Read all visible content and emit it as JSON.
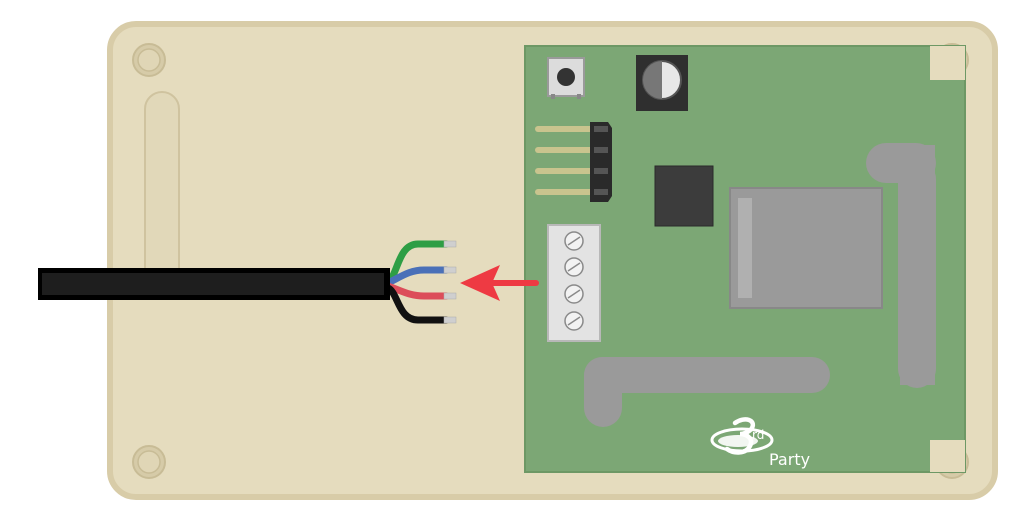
{
  "diagram": {
    "colors": {
      "enclosure": "#e5dcbe",
      "enclosure_edge": "#d8cca8",
      "pcb": "#7ca775",
      "pcb_edge": "#6d9865",
      "screw_boss": "#d6cba8",
      "wire_green": "#2e9e45",
      "wire_blue": "#4a70b8",
      "wire_red": "#dc4d5a",
      "wire_black": "#111111",
      "arrow": "#ee3a43",
      "pad_gray": "#9a9a9a",
      "chip": "#3c3c3c",
      "terminal_block": "#e3e3e3",
      "header_pins": "#c9c48e",
      "logo": "#ffffff"
    },
    "wire_order": [
      "green",
      "blue",
      "red",
      "black"
    ],
    "terminal_screw_count": 4,
    "header_pin_count": 4,
    "icons": {
      "arrow": "arrow-left-icon",
      "button": "tactile-button-icon",
      "capacitor": "capacitor-icon",
      "logo": "3rd-party-logo-icon"
    },
    "logo": {
      "sup": "rd",
      "label": "Party"
    }
  }
}
